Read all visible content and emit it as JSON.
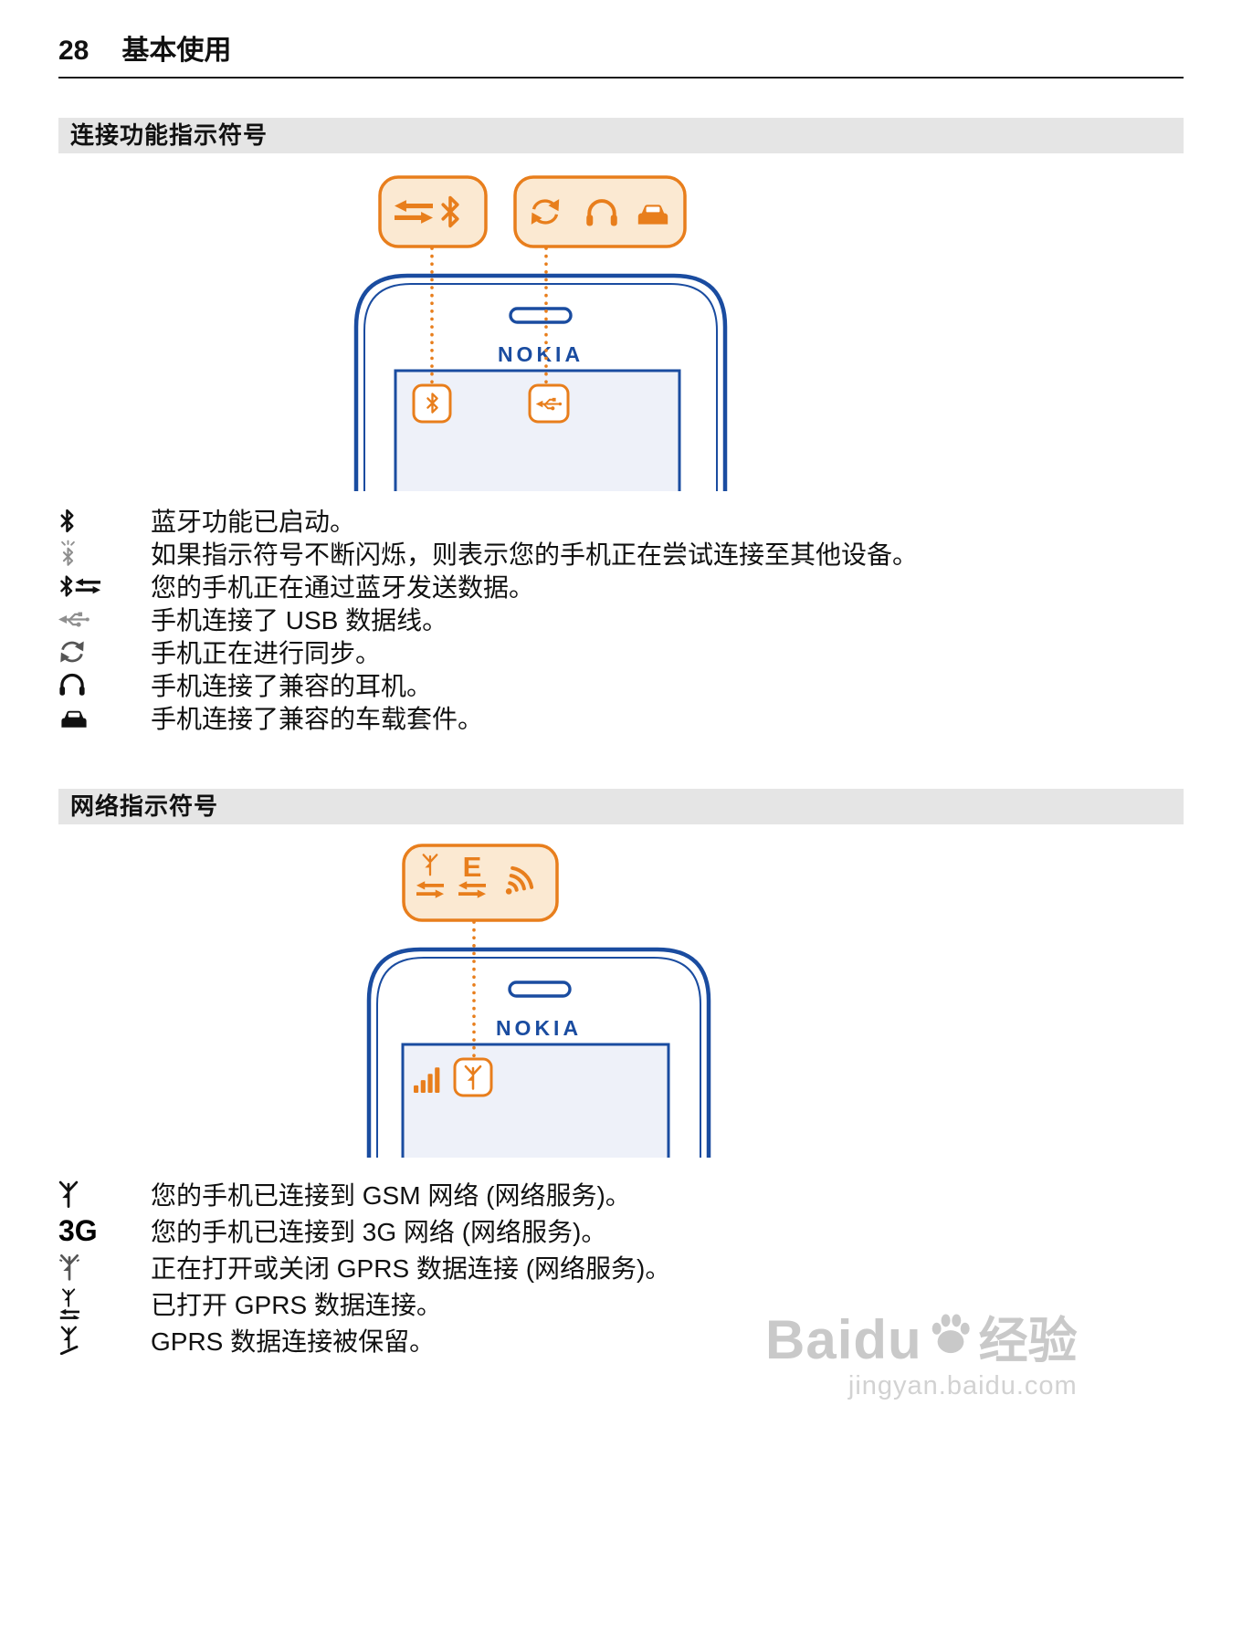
{
  "page": {
    "number": "28",
    "section_title": "基本使用"
  },
  "connection_section": {
    "heading": "连接功能指示符号",
    "diagram": {
      "brand": "NOKIA",
      "callout1_icons": [
        "transfer-arrows-icon",
        "bluetooth-icon"
      ],
      "callout2_icons": [
        "sync-icon",
        "headphones-icon",
        "car-icon"
      ],
      "screen_icons": [
        "bluetooth-icon",
        "usb-icon"
      ]
    },
    "items": [
      {
        "icon": "bluetooth-icon",
        "text": "蓝牙功能已启动。"
      },
      {
        "icon": "bluetooth-blinking-icon",
        "text": "如果指示符号不断闪烁，则表示您的手机正在尝试连接至其他设备。"
      },
      {
        "icon": "bluetooth-transfer-icon",
        "text": "您的手机正在通过蓝牙发送数据。"
      },
      {
        "icon": "usb-icon",
        "text": "手机连接了 USB 数据线。"
      },
      {
        "icon": "sync-icon",
        "text": "手机正在进行同步。"
      },
      {
        "icon": "headphones-icon",
        "text": "手机连接了兼容的耳机。"
      },
      {
        "icon": "car-icon",
        "text": "手机连接了兼容的车载套件。"
      }
    ]
  },
  "network_section": {
    "heading": "网络指示符号",
    "diagram": {
      "brand": "NOKIA",
      "edge_label": "E",
      "callout_icons": [
        "gsm-transfer-icon",
        "edge-transfer-icon",
        "wifi-icon"
      ],
      "screen_icons": [
        "signal-bars-icon",
        "antenna-icon"
      ]
    },
    "items": [
      {
        "icon": "antenna-icon",
        "text": "您的手机已连接到 GSM 网络 (网络服务)。"
      },
      {
        "icon": "indicator-3g",
        "label": "3G",
        "text": "您的手机已连接到 3G 网络 (网络服务)。"
      },
      {
        "icon": "antenna-blinking-icon",
        "text": "正在打开或关闭 GPRS 数据连接 (网络服务)。"
      },
      {
        "icon": "antenna-arrows-icon",
        "text": "已打开 GPRS 数据连接。"
      },
      {
        "icon": "antenna-paused-icon",
        "text": "GPRS 数据连接被保留。"
      }
    ]
  },
  "watermark": {
    "brand": "Baidu",
    "brand_cn": "经验",
    "url": "jingyan.baidu.com"
  }
}
